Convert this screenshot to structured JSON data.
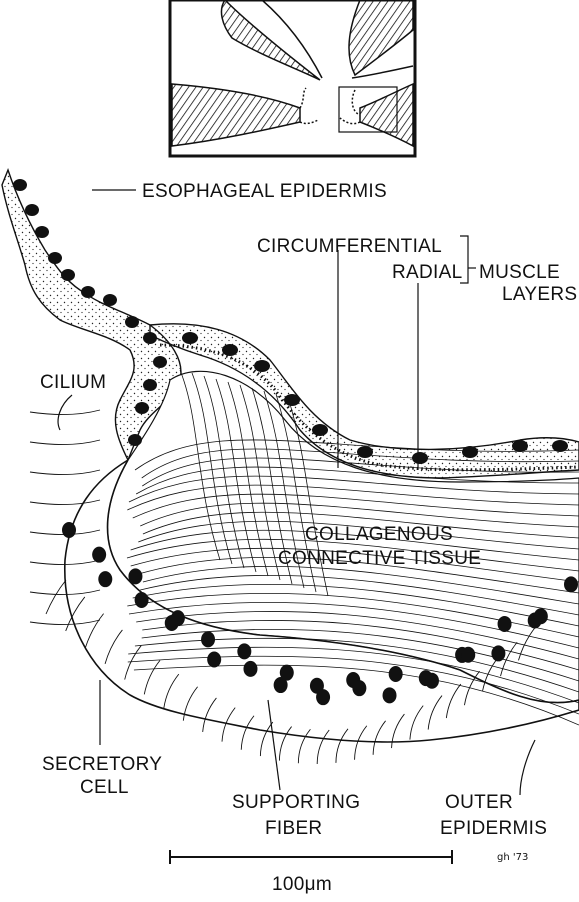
{
  "labels": {
    "esophageal_epidermis": "ESOPHAGEAL EPIDERMIS",
    "circumferential": "CIRCUMFERENTIAL",
    "radial": "RADIAL",
    "muscle": "MUSCLE",
    "layers": "LAYERS",
    "cilium": "CILIUM",
    "collagenous": "COLLAGENOUS",
    "connective_tissue": "CONNECTIVE TISSUE",
    "secretory": "SECRETORY",
    "cell": "CELL",
    "supporting": "SUPPORTING",
    "fiber": "FIBER",
    "outer": "OUTER",
    "epidermis": "EPIDERMIS"
  },
  "scale_bar": {
    "label": "100μm"
  },
  "signature": "gh '73"
}
